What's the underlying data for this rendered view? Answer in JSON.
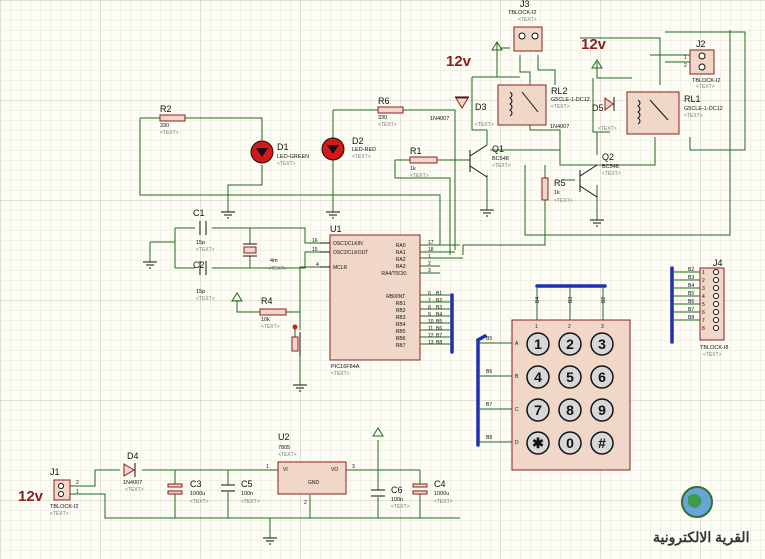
{
  "supply_labels": [
    "12v",
    "12v",
    "12v"
  ],
  "components": {
    "J3": {
      "ref": "J3",
      "val": "TBLOCK-I2",
      "ph": "<TEXT>"
    },
    "J2": {
      "ref": "J2",
      "val": "TBLOCK-I2",
      "ph": "<TEXT>",
      "pins": [
        "1",
        "2"
      ]
    },
    "J4": {
      "ref": "J4",
      "val": "TBLOCK-I8",
      "ph": "<TEXT>",
      "pins": [
        "1",
        "2",
        "3",
        "4",
        "5",
        "6",
        "7",
        "8"
      ],
      "nets": [
        "B2",
        "B3",
        "B4",
        "B5",
        "B6",
        "B7",
        "B8",
        ""
      ]
    },
    "J1": {
      "ref": "J1",
      "val": "TBLOCK-I2",
      "ph": "<TEXT>",
      "pins": [
        "2",
        "1"
      ]
    },
    "RL2": {
      "ref": "RL2",
      "val": "G5CLE-1-DC12",
      "ph": "<TEXT>"
    },
    "RL1": {
      "ref": "RL1",
      "val": "G5CLE-1-DC12",
      "ph": "<TEXT>"
    },
    "D3": {
      "ref": "D3",
      "val": "1N4007",
      "ph": "<TEXT>"
    },
    "D5": {
      "ref": "D5",
      "val": "1N4007",
      "ph": "<TEXT>"
    },
    "D4": {
      "ref": "D4",
      "val": "1N4007",
      "ph": "<TEXT>"
    },
    "R2": {
      "ref": "R2",
      "val": "330",
      "ph": "<TEXT>"
    },
    "R6": {
      "ref": "R6",
      "val": "330",
      "ph": "<TEXT>"
    },
    "R1": {
      "ref": "R1",
      "val": "1k",
      "ph": "<TEXT>"
    },
    "R5": {
      "ref": "R5",
      "val": "1k",
      "ph": "<TEXT>"
    },
    "R4": {
      "ref": "R4",
      "val": "10k",
      "ph": "<TEXT>"
    },
    "D1": {
      "ref": "D1",
      "val": "LED-GREEN",
      "ph": "<TEXT>"
    },
    "D2": {
      "ref": "D2",
      "val": "LED-RED",
      "ph": "<TEXT>"
    },
    "Q1": {
      "ref": "Q1",
      "val": "BC548",
      "ph": "<TEXT>"
    },
    "Q2": {
      "ref": "Q2",
      "val": "BC548",
      "ph": "<TEXT>"
    },
    "C1": {
      "ref": "C1",
      "val": "15p",
      "ph": "<TEXT>"
    },
    "C2": {
      "ref": "C2",
      "val": "15p",
      "ph": "<TEXT>"
    },
    "X1": {
      "val": "4m",
      "ph": "<TEXT>"
    },
    "U1": {
      "ref": "U1",
      "val": "PIC16F84A",
      "ph": "<TEXT>"
    },
    "U2": {
      "ref": "U2",
      "val": "7805",
      "ph": "<TEXT>",
      "pins": [
        "VI",
        "VO",
        "GND",
        "1",
        "3",
        "2"
      ]
    },
    "C3": {
      "ref": "C3",
      "val": "1000u",
      "ph": "<TEXT>"
    },
    "C5": {
      "ref": "C5",
      "val": "100n",
      "ph": "<TEXT>"
    },
    "C6": {
      "ref": "C6",
      "val": "100n",
      "ph": "<TEXT>"
    },
    "C4": {
      "ref": "C4",
      "val": "1000u",
      "ph": "<TEXT>"
    }
  },
  "u1_left_pins": [
    {
      "num": "16",
      "name": "OSC1/CLKIN"
    },
    {
      "num": "15",
      "name": "OSC2/CLKOUT"
    },
    {
      "num": "4",
      "name": "MCLR"
    }
  ],
  "u1_right_pins": [
    {
      "num": "17",
      "name": "RA0"
    },
    {
      "num": "18",
      "name": "RA1"
    },
    {
      "num": "1",
      "name": "RA2"
    },
    {
      "num": "2",
      "name": "RA3"
    },
    {
      "num": "3",
      "name": "RA4/T0CKI"
    },
    {
      "num": "6",
      "name": "RB0/INT",
      "net": "B1"
    },
    {
      "num": "7",
      "name": "RB1",
      "net": "B2"
    },
    {
      "num": "8",
      "name": "RB2",
      "net": "B3"
    },
    {
      "num": "9",
      "name": "RB3",
      "net": "B4"
    },
    {
      "num": "10",
      "name": "RB4",
      "net": "B5"
    },
    {
      "num": "11",
      "name": "RB5",
      "net": "B6"
    },
    {
      "num": "12",
      "name": "RB6",
      "net": "B7"
    },
    {
      "num": "13",
      "name": "RB7",
      "net": "B8"
    }
  ],
  "keypad": {
    "cols": [
      "1",
      "2",
      "3"
    ],
    "col_nets": [
      "B4",
      "B3",
      "B2"
    ],
    "rows": [
      "A",
      "B",
      "C",
      "D"
    ],
    "row_nets": [
      "B5",
      "B6",
      "B7",
      "B8"
    ],
    "keys": [
      "1",
      "2",
      "3",
      "4",
      "5",
      "6",
      "7",
      "8",
      "9",
      "✱",
      "0",
      "#"
    ]
  },
  "relay_pins": {
    "rl2": "1N4007"
  },
  "logo_text": "القرية الالكترونية",
  "colors": {
    "wire": "#1a6b1a",
    "bus": "#1f2fb5",
    "body": "#f1d7c8",
    "outline": "#8b1e1e",
    "grid": "#c9c9bd"
  }
}
